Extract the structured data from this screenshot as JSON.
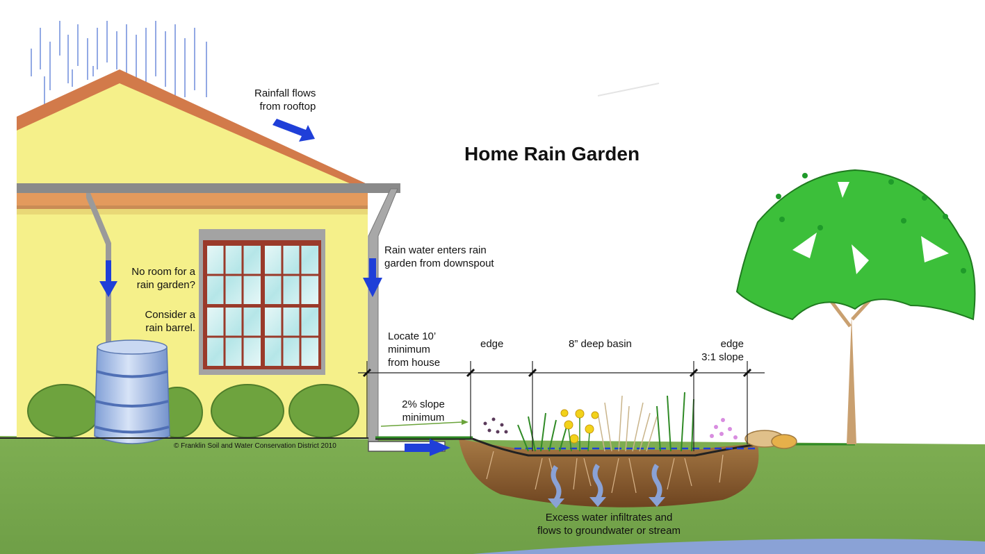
{
  "title": "Home Rain Garden",
  "labels": {
    "rainfall_line1": "Rainfall flows",
    "rainfall_line2": "from rooftop",
    "downspout_line1": "Rain water enters rain",
    "downspout_line2": "garden from downspout",
    "noroom_line1": "No room for a",
    "noroom_line2": "rain garden?",
    "barrel_line1": "Consider a",
    "barrel_line2": "rain barrel.",
    "locate_line1": "Locate 10’",
    "locate_line2": "minimum",
    "locate_line3": "from house",
    "edge_left": "edge",
    "basin": "8” deep basin",
    "edge_right": "edge",
    "edge_right_slope": "3:1 slope",
    "slope_line1": "2% slope",
    "slope_line2": "minimum",
    "infiltrate_line1": "Excess water infiltrates and",
    "infiltrate_line2": "flows to groundwater or stream",
    "copyright": "© Franklin Soil and Water Conservation District 2010"
  },
  "colors": {
    "house_wall": "#f5f08a",
    "roof": "#d27a4a",
    "gutter": "#8a8a8a",
    "window_frame": "#9a3a2a",
    "water_arrow": "#1f3fd8",
    "ground": "#7aa84e",
    "soil": "#8a5a2a",
    "tree_canopy": "#3cbf3a",
    "barrel": "#a9c2ea"
  }
}
